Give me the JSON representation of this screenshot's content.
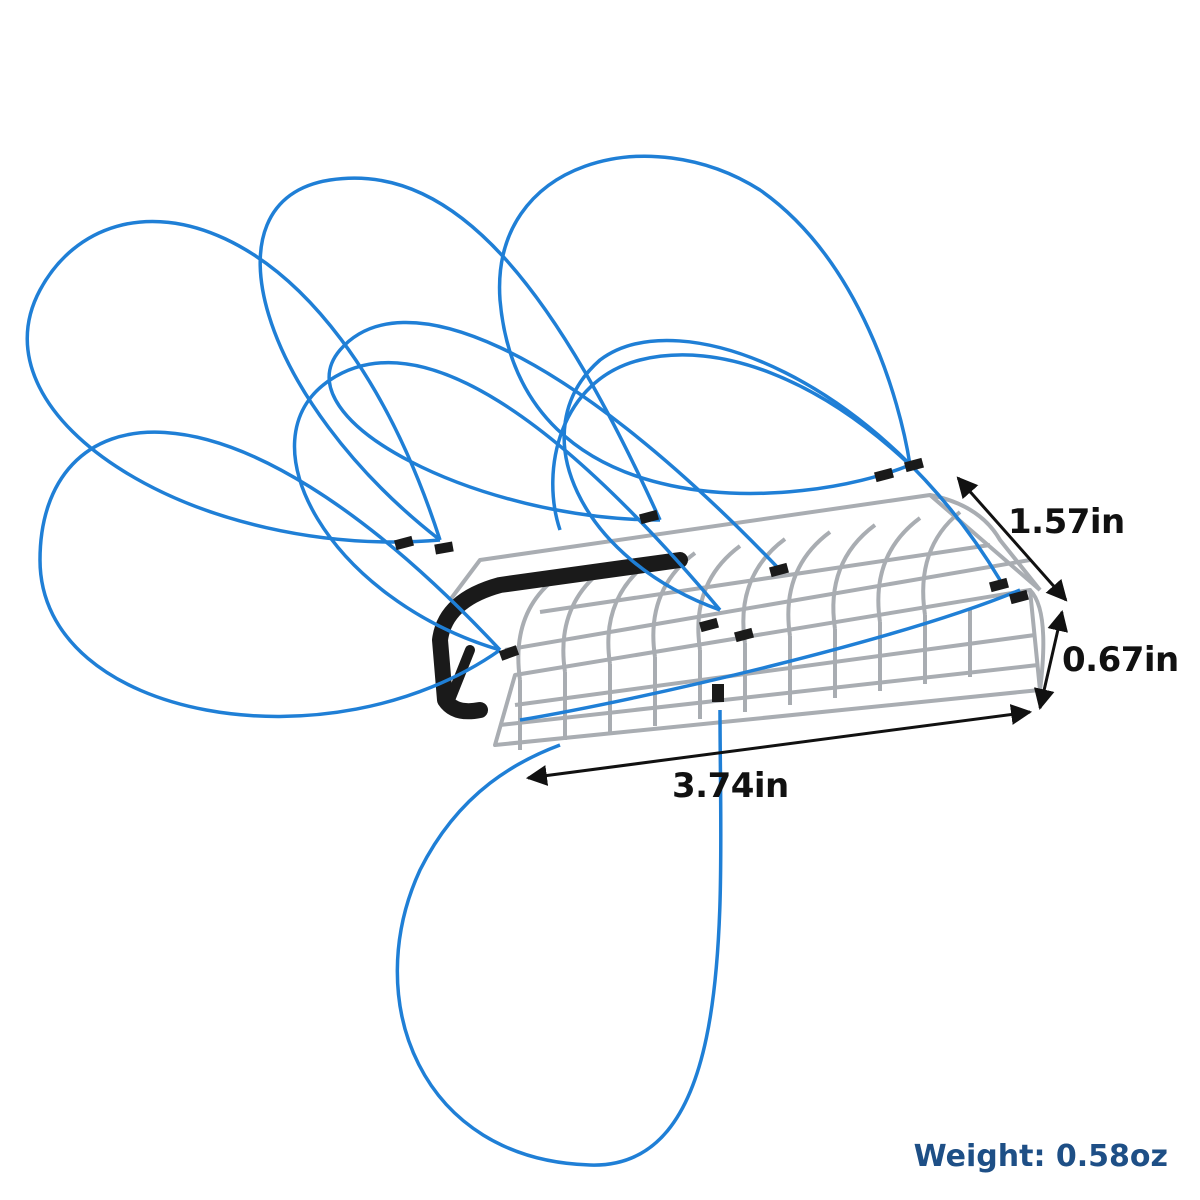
{
  "product": {
    "name_icon": "crab-snare-trap-image"
  },
  "dimensions": {
    "width": "1.57in",
    "height": "0.67in",
    "length": "3.74in"
  },
  "weight": {
    "text": "Weight: 0.58oz",
    "color": "#1e4f86"
  },
  "colors": {
    "loop": "#1f7fd6",
    "cage": "#a9adb2",
    "handle": "#1a1a1a",
    "dim_line": "#111111"
  }
}
